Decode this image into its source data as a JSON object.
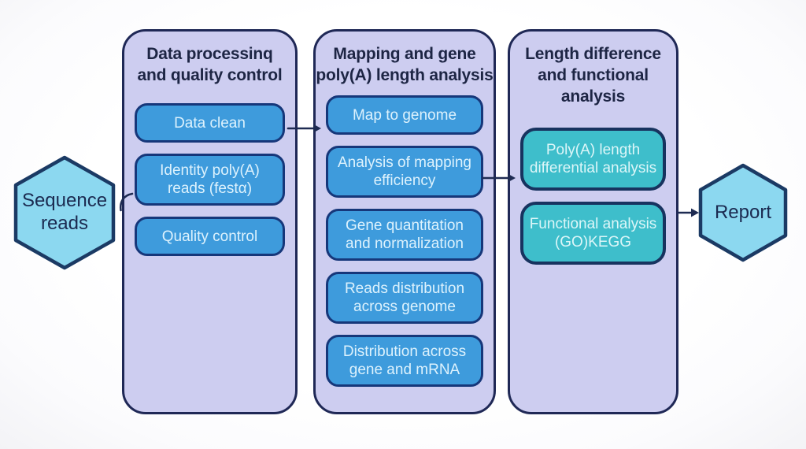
{
  "flow": {
    "start_node": {
      "label": "Sequence reads"
    },
    "end_node": {
      "label": "Report"
    },
    "panels": [
      {
        "title": "Data processinq and quality control",
        "title_lines": [
          "Data processinq",
          "and quality control"
        ],
        "steps": [
          "Data clean",
          "Identity poly(A) reads (festα)",
          "Quality control"
        ]
      },
      {
        "title": "Mapping and gene poly(A) length analysis",
        "title_lines": [
          "Mapping and gene",
          "poly(A) length analysis"
        ],
        "steps": [
          "Map to genome",
          "Analysis of mapping efficiency",
          "Gene quantitation and normalization",
          "Reads distribution across genome",
          "Distribution across gene and mRNA"
        ]
      },
      {
        "title": "Length difference and functional analysis",
        "title_lines": [
          "Length difference",
          "and functional",
          "analysis"
        ],
        "steps": [
          "Poly(A) length differential analysis",
          "Functional analysis (GO)KEGG"
        ]
      }
    ]
  },
  "colors": {
    "background": "#fbfbfd",
    "panel_fill": "#cdcdf0",
    "panel_border": "#1f2856",
    "step_blue": "#3e9bdc",
    "step_teal": "#3ebecb",
    "step_border": "#16377a",
    "teal_border": "#17335f",
    "step_text": "#ddf2fd",
    "hex_fill": "#8cd8f0",
    "hex_border": "#1b3a64",
    "title_text": "#1d2544",
    "arrow": "#1e2b52"
  }
}
